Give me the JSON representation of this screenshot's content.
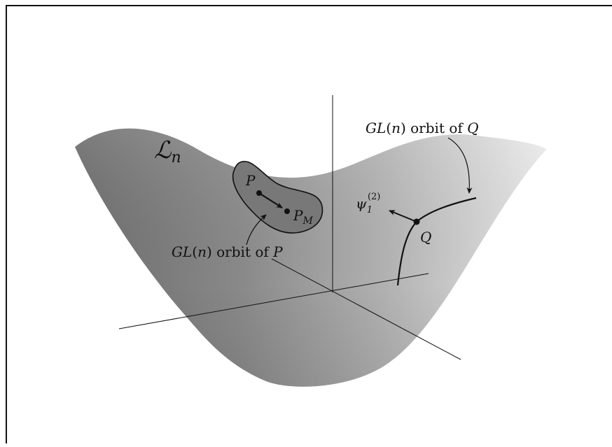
{
  "manifold": {
    "label_base": "ℒ",
    "label_sub": "n"
  },
  "orbit_p": {
    "point_label": "P",
    "target_base": "P",
    "target_sub": "M",
    "caption_group": "GL",
    "caption_arg": "n",
    "caption_text": "orbit of",
    "caption_point": "P"
  },
  "orbit_q": {
    "point_label": "Q",
    "caption_group": "GL",
    "caption_arg": "n",
    "caption_text": "orbit of",
    "caption_point": "Q",
    "vector_base": "ψ",
    "vector_sub": "1",
    "vector_sup": "(2)"
  },
  "colors": {
    "surface_dark": "#6f6f6f",
    "surface_light": "#e6e6e6",
    "region_fill": "#7a7a7a",
    "ink": "#111111"
  }
}
